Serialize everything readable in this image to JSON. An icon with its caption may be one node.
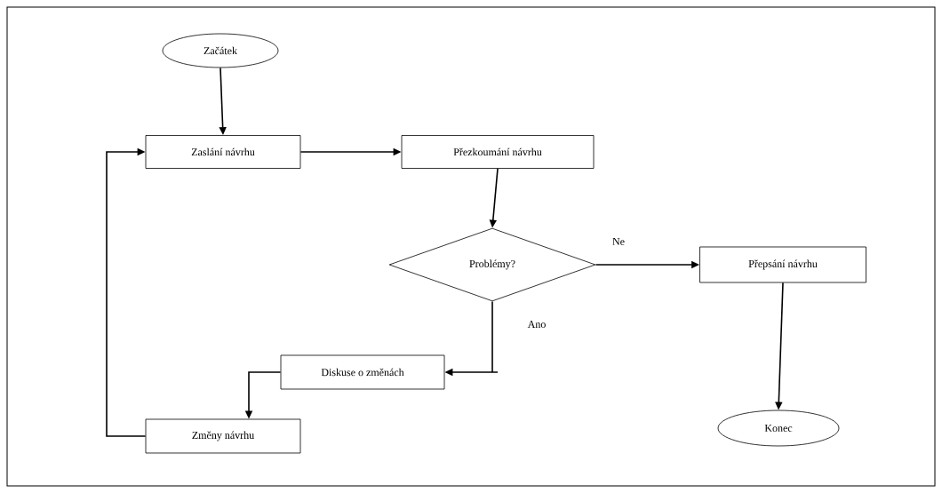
{
  "diagram": {
    "nodes": [
      {
        "text": [
          "Začátek"
        ]
      },
      {
        "text": [
          "Zaslání návrhu"
        ]
      },
      {
        "text": [
          "Přezkoumání návrhu"
        ]
      },
      {
        "text": [
          "Problémy?"
        ]
      },
      {
        "text": [
          "Přepsání návrhu"
        ]
      },
      {
        "text": [
          "Diskuse o změnách"
        ]
      },
      {
        "text": [
          "Změny návrhu"
        ]
      },
      {
        "text": [
          "Konec"
        ]
      }
    ],
    "edges": [
      {
        "from": 0,
        "to": 1,
        "arrow": "to"
      },
      {
        "from": 1,
        "to": 2,
        "arrow": "to"
      },
      {
        "from": 2,
        "to": 3,
        "arrow": "to"
      },
      {
        "from": 3,
        "to": 4,
        "arrow": "to",
        "label": "Ne"
      },
      {
        "from": 3,
        "to": 5,
        "arrow": "to",
        "label": "Ano"
      },
      {
        "from": 5,
        "to": 6,
        "arrow": "to"
      },
      {
        "from": 6,
        "to": 1,
        "arrow": "to"
      },
      {
        "from": 4,
        "to": 7,
        "arrow": "to"
      }
    ]
  }
}
